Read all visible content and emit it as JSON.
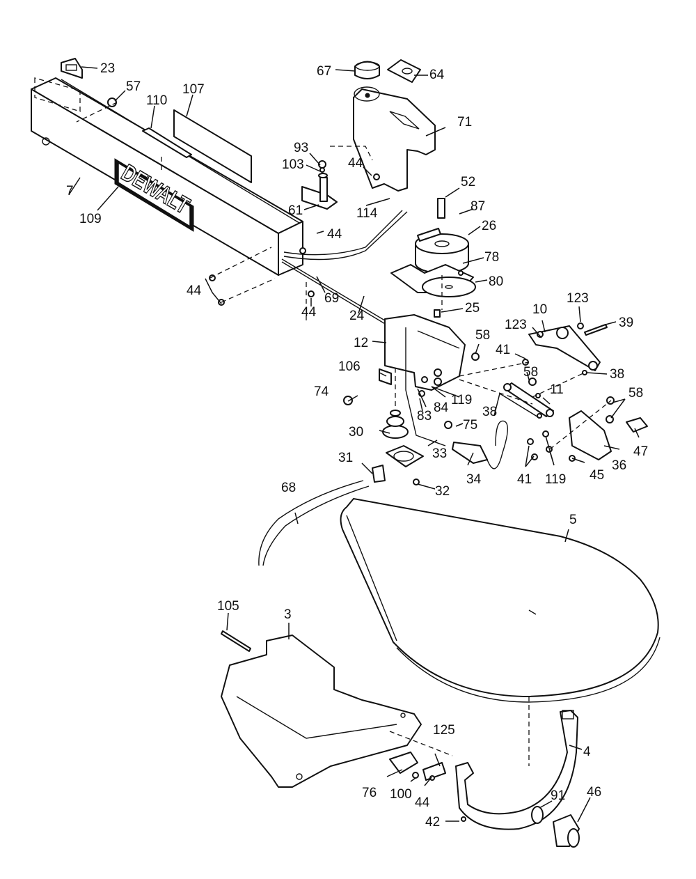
{
  "diagram": {
    "title": "Exploded parts diagram",
    "brand_logo": "DEWALT",
    "callouts": [
      {
        "id": "c23",
        "label": "23"
      },
      {
        "id": "c57",
        "label": "57"
      },
      {
        "id": "c110",
        "label": "110"
      },
      {
        "id": "c107",
        "label": "107"
      },
      {
        "id": "c7",
        "label": "7"
      },
      {
        "id": "c109",
        "label": "109"
      },
      {
        "id": "c67",
        "label": "67"
      },
      {
        "id": "c64",
        "label": "64"
      },
      {
        "id": "c71",
        "label": "71"
      },
      {
        "id": "c93",
        "label": "93"
      },
      {
        "id": "c103",
        "label": "103"
      },
      {
        "id": "c44a",
        "label": "44"
      },
      {
        "id": "c61",
        "label": "61"
      },
      {
        "id": "c52",
        "label": "52"
      },
      {
        "id": "c87",
        "label": "87"
      },
      {
        "id": "c114",
        "label": "114"
      },
      {
        "id": "c26",
        "label": "26"
      },
      {
        "id": "c44b",
        "label": "44"
      },
      {
        "id": "c78",
        "label": "78"
      },
      {
        "id": "c80",
        "label": "80"
      },
      {
        "id": "c44c",
        "label": "44"
      },
      {
        "id": "c69",
        "label": "69"
      },
      {
        "id": "c44d",
        "label": "44"
      },
      {
        "id": "c24",
        "label": "24"
      },
      {
        "id": "c25",
        "label": "25"
      },
      {
        "id": "c10",
        "label": "10"
      },
      {
        "id": "c123a",
        "label": "123"
      },
      {
        "id": "c123b",
        "label": "123"
      },
      {
        "id": "c39",
        "label": "39"
      },
      {
        "id": "c12",
        "label": "12"
      },
      {
        "id": "c58a",
        "label": "58"
      },
      {
        "id": "c41a",
        "label": "41"
      },
      {
        "id": "c38a",
        "label": "38"
      },
      {
        "id": "c106",
        "label": "106"
      },
      {
        "id": "c58b",
        "label": "58"
      },
      {
        "id": "c11",
        "label": "11"
      },
      {
        "id": "c74",
        "label": "74"
      },
      {
        "id": "c119a",
        "label": "119"
      },
      {
        "id": "c84",
        "label": "84"
      },
      {
        "id": "c83",
        "label": "83"
      },
      {
        "id": "c38b",
        "label": "38"
      },
      {
        "id": "c58c",
        "label": "58"
      },
      {
        "id": "c75",
        "label": "75"
      },
      {
        "id": "c30",
        "label": "30"
      },
      {
        "id": "c33",
        "label": "33"
      },
      {
        "id": "c47",
        "label": "47"
      },
      {
        "id": "c31",
        "label": "31"
      },
      {
        "id": "c34",
        "label": "34"
      },
      {
        "id": "c41b",
        "label": "41"
      },
      {
        "id": "c119b",
        "label": "119"
      },
      {
        "id": "c45",
        "label": "45"
      },
      {
        "id": "c36",
        "label": "36"
      },
      {
        "id": "c32",
        "label": "32"
      },
      {
        "id": "c68",
        "label": "68"
      },
      {
        "id": "c5",
        "label": "5"
      },
      {
        "id": "c105",
        "label": "105"
      },
      {
        "id": "c3",
        "label": "3"
      },
      {
        "id": "c125",
        "label": "125"
      },
      {
        "id": "c4",
        "label": "4"
      },
      {
        "id": "c76",
        "label": "76"
      },
      {
        "id": "c100",
        "label": "100"
      },
      {
        "id": "c44e",
        "label": "44"
      },
      {
        "id": "c91",
        "label": "91"
      },
      {
        "id": "c46",
        "label": "46"
      },
      {
        "id": "c42",
        "label": "42"
      }
    ]
  }
}
